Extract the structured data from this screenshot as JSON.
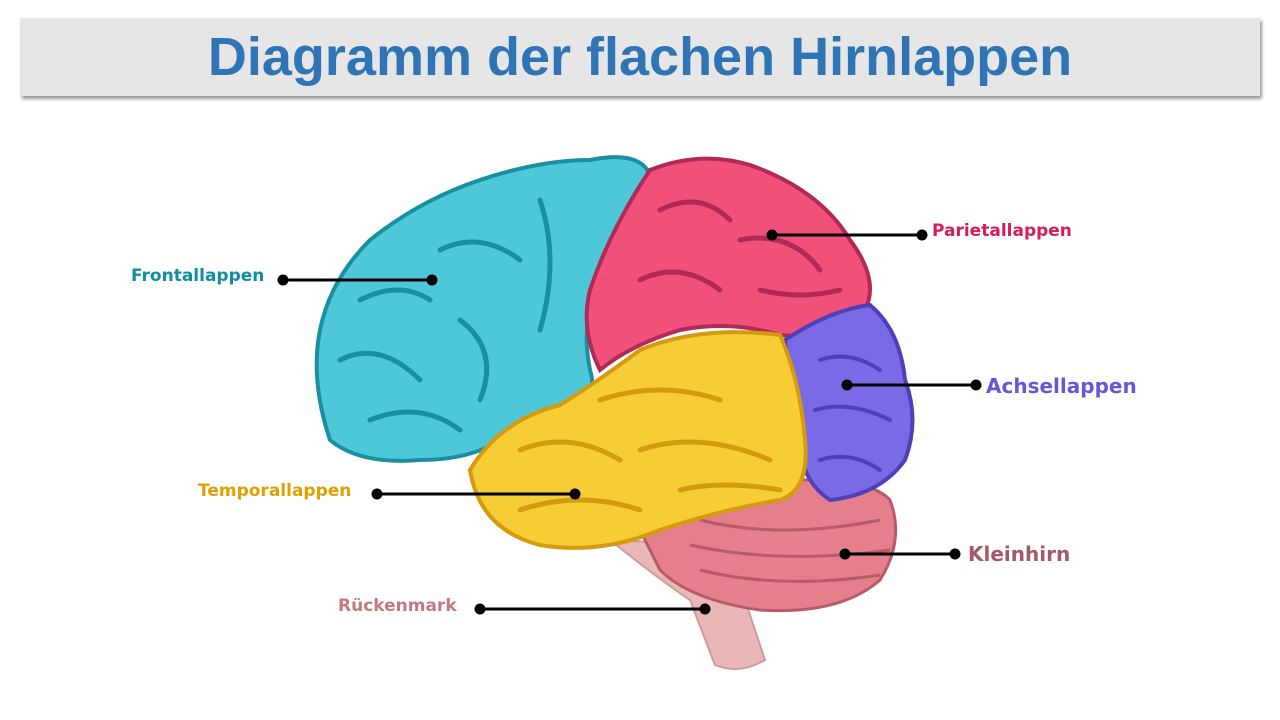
{
  "title": "Diagramm der flachen Hirnlappen",
  "labels": {
    "frontal": "Frontallappen",
    "parietal": "Parietallappen",
    "occipital": "Achsellappen",
    "temporal": "Temporallappen",
    "cerebellum": "Kleinhirn",
    "spinal": "Rückenmark"
  },
  "colors": {
    "title": "#2f75b5",
    "frontal": "#4ec8d8",
    "parietal": "#f0507a",
    "occipital": "#7a6ae6",
    "temporal": "#f7cd35",
    "cerebellum": "#e57f8c",
    "spinal": "#e9b7b7"
  }
}
